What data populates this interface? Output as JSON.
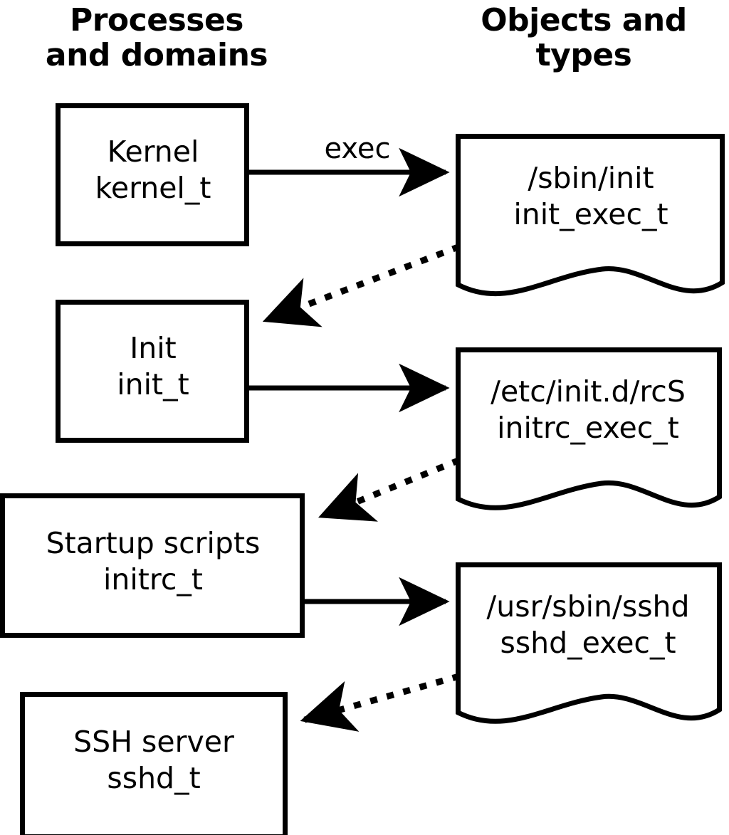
{
  "diagram": {
    "title_left": "Processes\nand domains",
    "title_right": "Objects and\ntypes",
    "stroke_color": "#000000",
    "background_color": "#ffffff",
    "process_nodes": [
      {
        "id": "kernel",
        "line1": "Kernel",
        "line2": "kernel_t"
      },
      {
        "id": "init",
        "line1": "Init",
        "line2": "init_t"
      },
      {
        "id": "initrc",
        "line1": "Startup scripts",
        "line2": "initrc_t"
      },
      {
        "id": "sshd",
        "line1": "SSH server",
        "line2": "sshd_t"
      }
    ],
    "object_nodes": [
      {
        "id": "init_exec",
        "line1": "/sbin/init",
        "line2": "init_exec_t"
      },
      {
        "id": "initrc_exec",
        "line1": "/etc/init.d/rcS",
        "line2": "initrc_exec_t"
      },
      {
        "id": "sshd_exec",
        "line1": "/usr/sbin/sshd",
        "line2": "sshd_exec_t"
      }
    ],
    "edges": [
      {
        "id": "kernel-exec-init_exec",
        "from": "kernel",
        "to": "init_exec",
        "style": "solid",
        "label": "exec"
      },
      {
        "id": "init_exec-init",
        "from": "init_exec",
        "to": "init",
        "style": "dotted",
        "label": ""
      },
      {
        "id": "init-exec-initrc_exec",
        "from": "init",
        "to": "initrc_exec",
        "style": "solid",
        "label": ""
      },
      {
        "id": "initrc_exec-initrc",
        "from": "initrc_exec",
        "to": "initrc",
        "style": "dotted",
        "label": ""
      },
      {
        "id": "initrc-exec-sshd_exec",
        "from": "initrc",
        "to": "sshd_exec",
        "style": "solid",
        "label": ""
      },
      {
        "id": "sshd_exec-sshd",
        "from": "sshd_exec",
        "to": "sshd",
        "style": "dotted",
        "label": ""
      }
    ]
  }
}
